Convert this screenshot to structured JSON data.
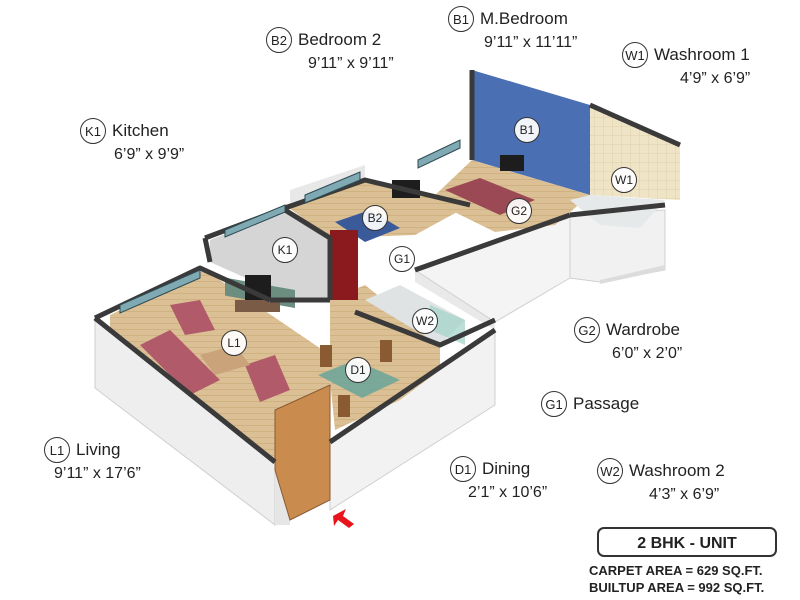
{
  "unit_title": "2 BHK - UNIT",
  "carpet_area": "CARPET AREA = 629 SQ.FT.",
  "builtup_area": "BUILTUP AREA = 992 SQ.FT.",
  "legend": {
    "b1": {
      "code": "B1",
      "name": "M.Bedroom",
      "dims": "9’11” x 11’11”"
    },
    "b2": {
      "code": "B2",
      "name": "Bedroom 2",
      "dims": "9’11” x 9’11”"
    },
    "w1": {
      "code": "W1",
      "name": "Washroom 1",
      "dims": "4’9” x 6’9”"
    },
    "k1": {
      "code": "K1",
      "name": "Kitchen",
      "dims": "6’9” x 9’9”"
    },
    "g2": {
      "code": "G2",
      "name": "Wardrobe",
      "dims": "6’0” x 2’0”"
    },
    "g1": {
      "code": "G1",
      "name": "Passage",
      "dims": ""
    },
    "l1": {
      "code": "L1",
      "name": "Living",
      "dims": "9’11” x 17’6”"
    },
    "d1": {
      "code": "D1",
      "name": "Dining",
      "dims": "2’1” x 10’6”"
    },
    "w2": {
      "code": "W2",
      "name": "Washroom 2",
      "dims": "4’3” x 6’9”"
    }
  },
  "colors": {
    "wall_top": "#3a3a3a",
    "wall_face": "#f3f3f3",
    "floor_wood": "#d9b98c",
    "accent_wall": "#4b6fb3",
    "tile": "#efe4c6",
    "entry_arrow": "#e8141b"
  }
}
